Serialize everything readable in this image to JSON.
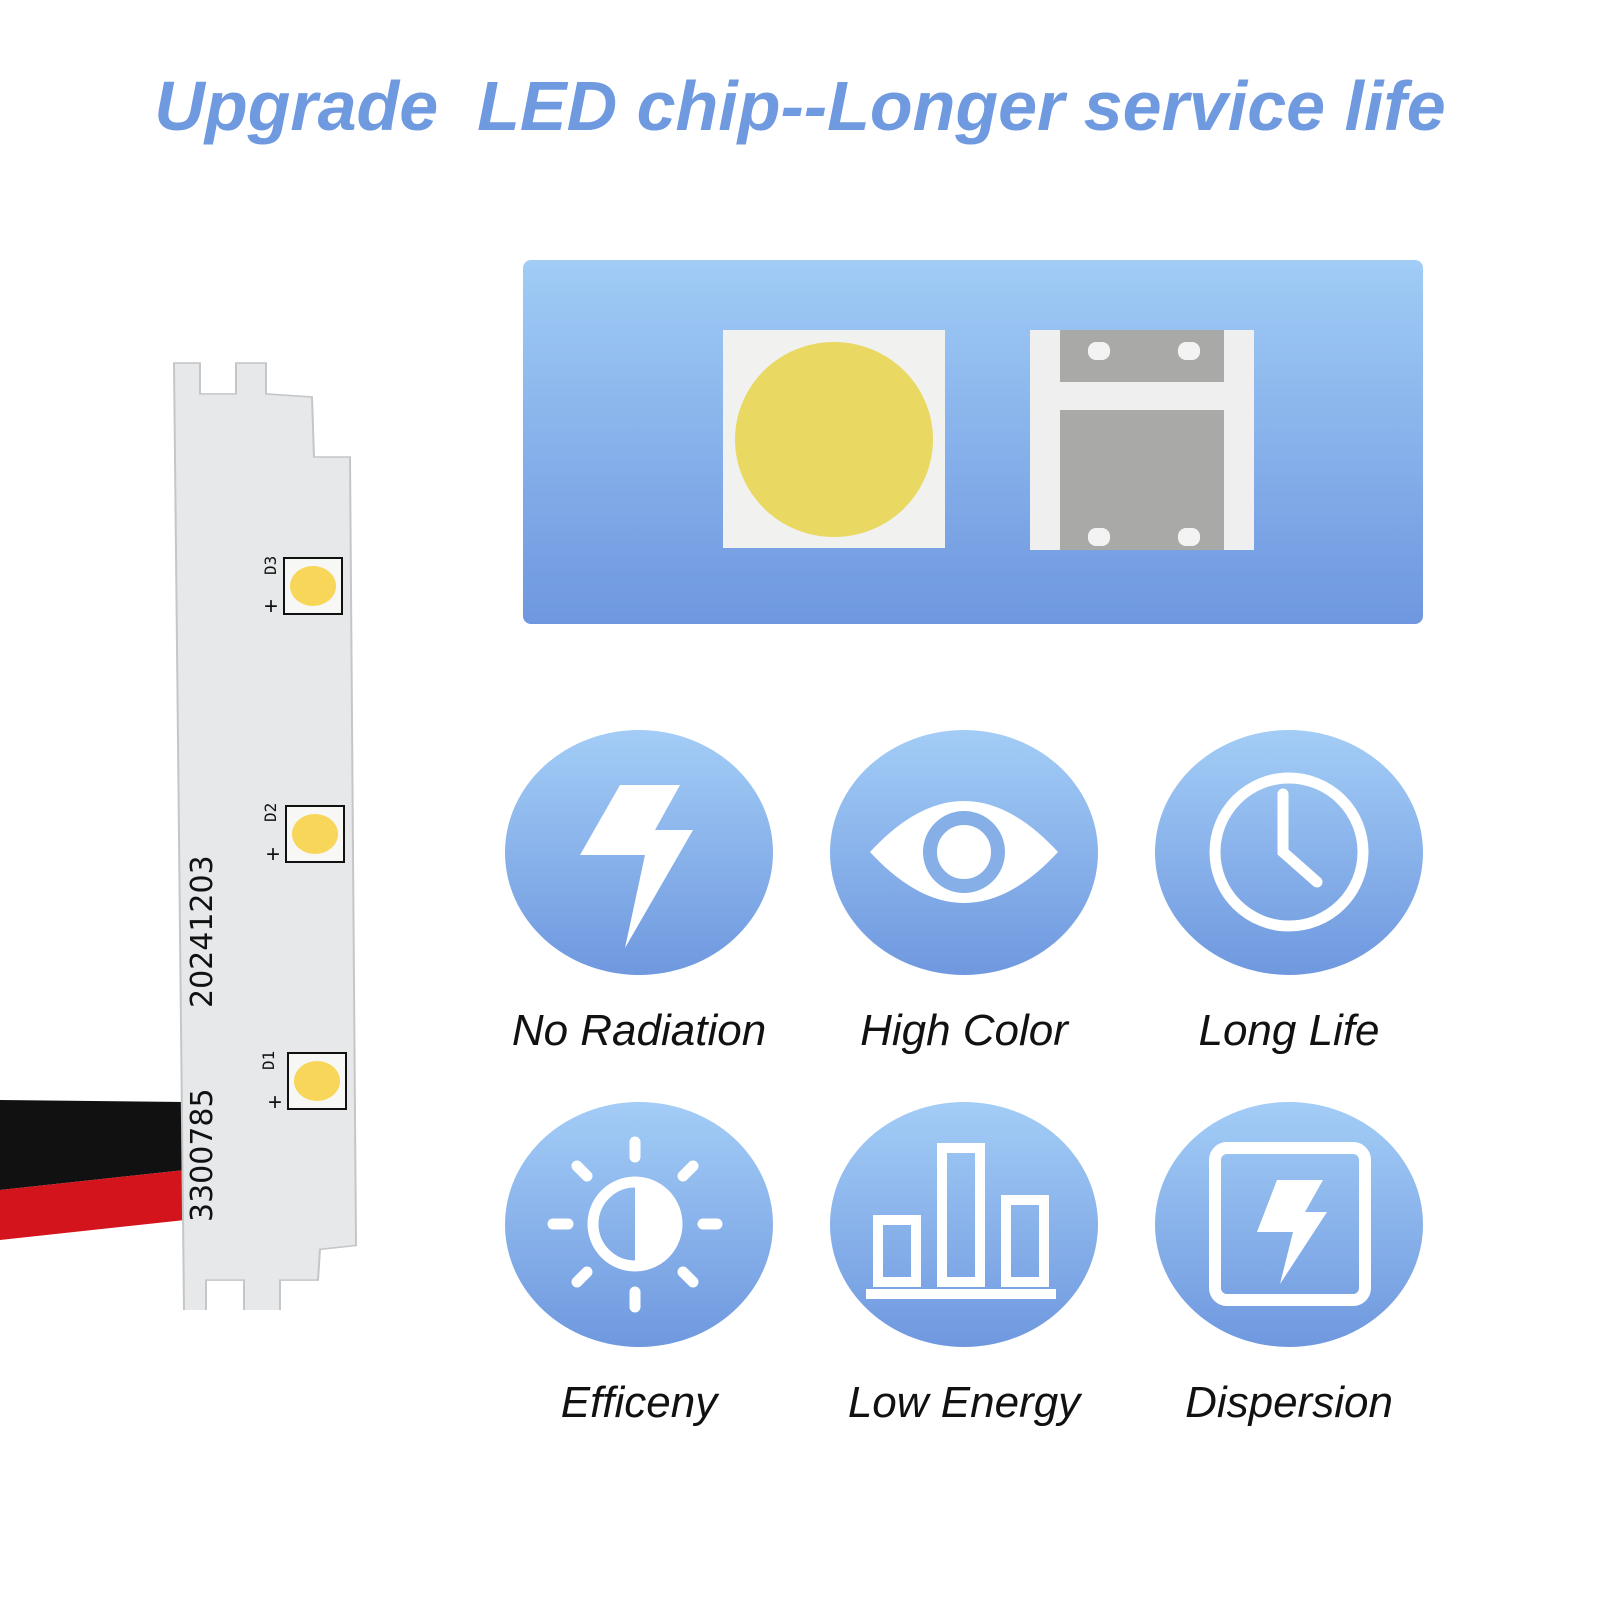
{
  "title": "Upgrade  LED chip--Longer service life",
  "pcb": {
    "date_code": "20241203",
    "part_number": "3300785",
    "led_labels": [
      "D3",
      "D2",
      "D1"
    ],
    "polarity_mark": "+"
  },
  "colors": {
    "title": "#6f9ae0",
    "gradient_top": "#a3cdf6",
    "gradient_bottom": "#6f98df",
    "phosphor": "#e9d862"
  },
  "features": [
    {
      "label": "No Radiation",
      "icon": "lightning-icon"
    },
    {
      "label": "High Color",
      "icon": "eye-icon"
    },
    {
      "label": "Long Life",
      "icon": "clock-icon"
    },
    {
      "label": "Efficeny",
      "icon": "sun-icon"
    },
    {
      "label": "Low Energy",
      "icon": "bar-chart-icon"
    },
    {
      "label": "Dispersion",
      "icon": "power-box-icon"
    }
  ]
}
